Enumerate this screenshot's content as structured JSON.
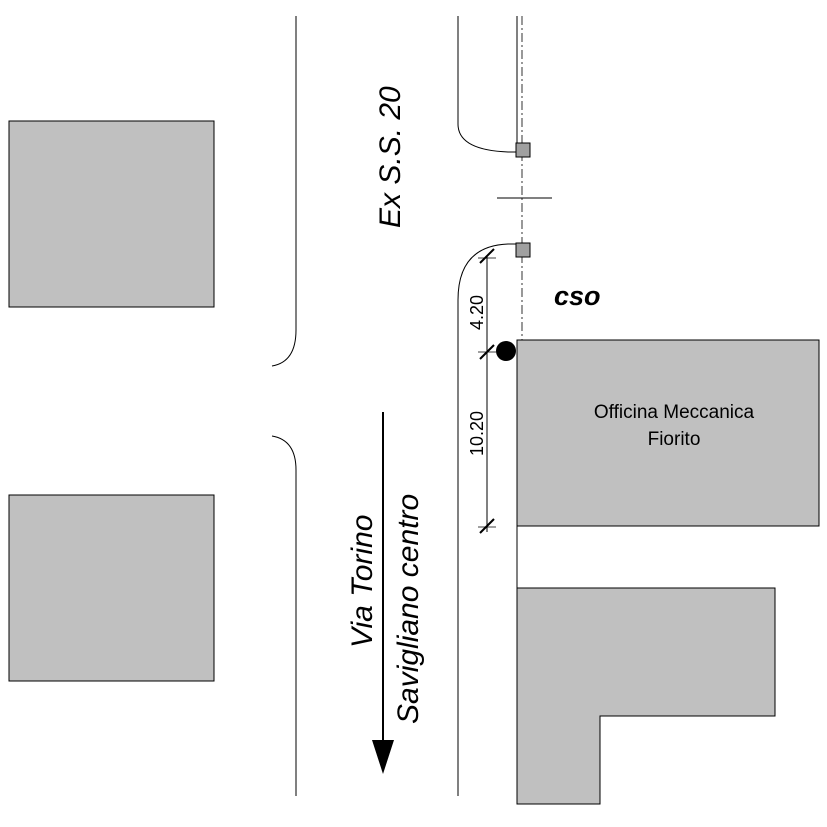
{
  "colors": {
    "building_fill": "#c0c0c0",
    "outline": "#000000",
    "marker_fill": "#a0a0a0",
    "background": "#ffffff"
  },
  "labels": {
    "road_name": "Ex S.S. 20",
    "cso": "cso",
    "building_line1": "Officina Meccanica",
    "building_line2": "Fiorito",
    "street_line1": "Via Torino",
    "street_line2": "Savigliano centro"
  },
  "dimensions": {
    "upper": "4.20",
    "lower": "10.20"
  },
  "icons": {
    "point": "filled-circle-icon",
    "signal_marker": "square-marker-icon",
    "direction": "arrow-down-icon"
  }
}
